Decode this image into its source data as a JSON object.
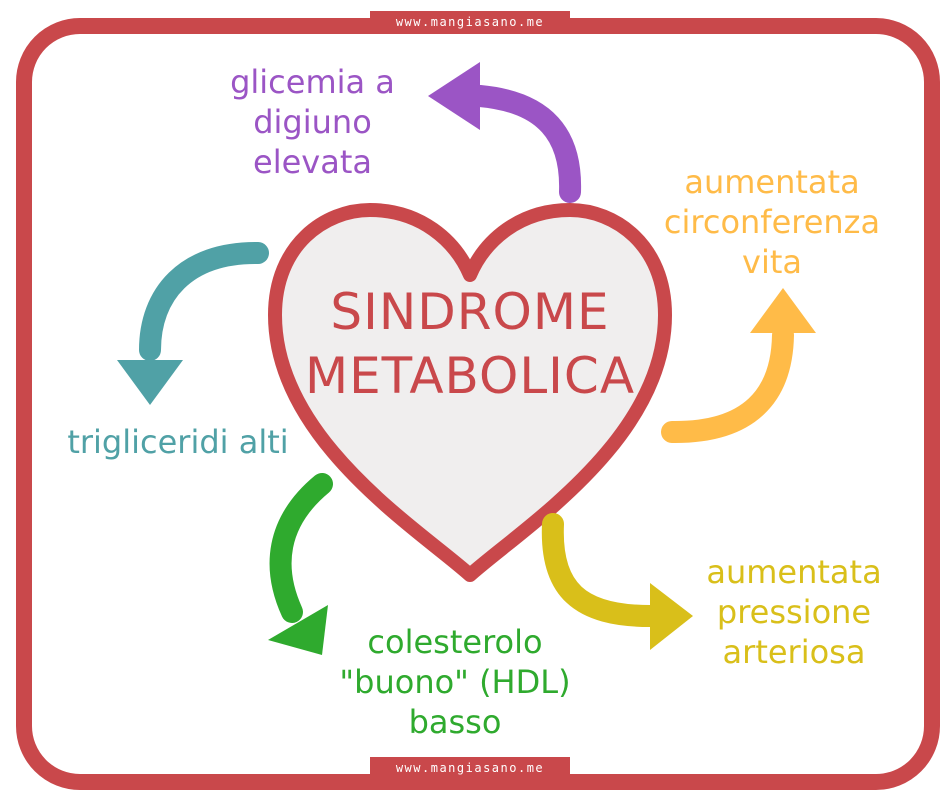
{
  "watermark": "www.mangiasano.me",
  "center": {
    "line1": "SINDROME",
    "line2": "METABOLICA"
  },
  "factors": {
    "glicemia": {
      "lines": [
        "glicemia a",
        "digiuno",
        "elevata"
      ],
      "color": "#9b55c5"
    },
    "vita": {
      "lines": [
        "aumentata",
        "circonferenza",
        "vita"
      ],
      "color": "#ffbb48"
    },
    "trigliceridi": {
      "lines": [
        "trigliceridi alti"
      ],
      "color": "#50a1a6"
    },
    "colesterolo": {
      "lines": [
        "colesterolo",
        "\"buono\" (HDL)",
        "basso"
      ],
      "color": "#2faa2e"
    },
    "pressione": {
      "lines": [
        "aumentata",
        "pressione",
        "arteriosa"
      ],
      "color": "#d9bf1a"
    }
  },
  "colors": {
    "frame": "#c9484b",
    "heart_fill": "#f0eeee",
    "heart_stroke": "#c9484b"
  }
}
